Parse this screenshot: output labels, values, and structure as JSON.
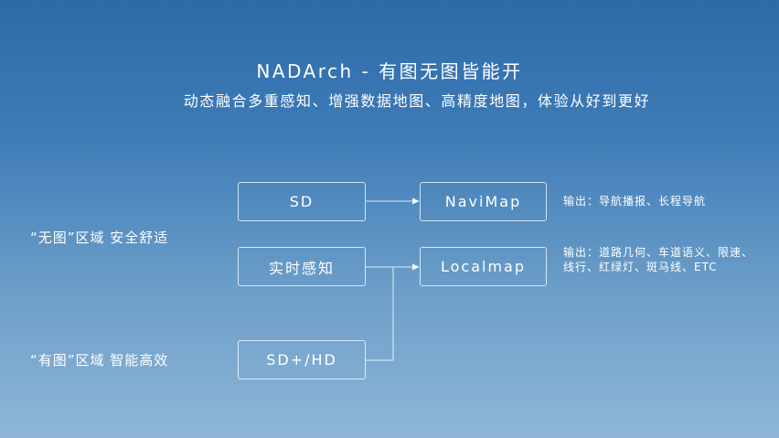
{
  "header": {
    "title": "NADArch - 有图无图皆能开",
    "subtitle": "动态融合多重感知、增强数据地图、高精度地图，体验从好到更好"
  },
  "regions": {
    "no_map": "“无图”区域 安全舒适",
    "with_map": "“有图”区域 智能高效"
  },
  "inputs": {
    "sd": "SD",
    "realtime": "实时感知",
    "sd_hd": "SD+/HD"
  },
  "outputs": {
    "navimap": "NaviMap",
    "localmap": "Localmap"
  },
  "descriptions": {
    "navimap": "输出：导航播报、长程导航",
    "localmap": "输出：道路几何、车道语义、限速、线行、红绿灯、斑马线、ETC"
  }
}
